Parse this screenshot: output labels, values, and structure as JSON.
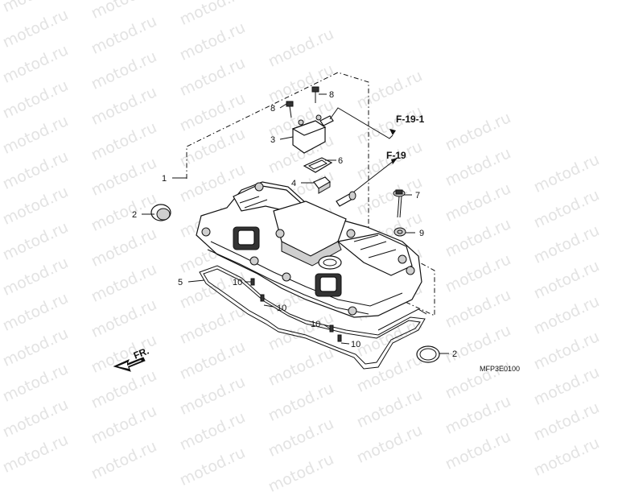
{
  "diagram": {
    "watermark": "motod.ru",
    "diagram_code": "MFP3E0100",
    "front_label": "FR.",
    "callouts": {
      "c1": "1",
      "c2a": "2",
      "c2b": "2",
      "c3": "3",
      "c4": "4",
      "c5": "5",
      "c6": "6",
      "c7": "7",
      "c8a": "8",
      "c8b": "8",
      "c9": "9",
      "c10a": "10",
      "c10b": "10",
      "c10c": "10",
      "c10d": "10"
    },
    "refs": {
      "f19_1": "F-19-1",
      "f19": "F-19"
    }
  }
}
